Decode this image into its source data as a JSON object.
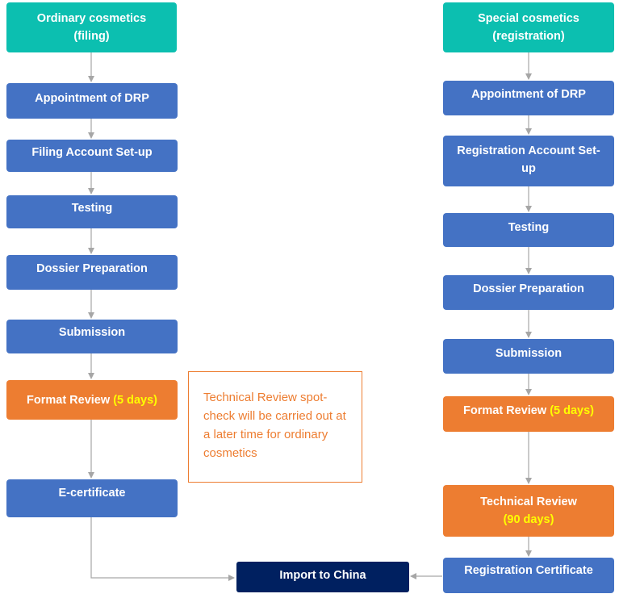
{
  "left_column": {
    "start": {
      "line1": "Ordinary cosmetics",
      "line2": "(filing)"
    },
    "steps": {
      "drp": "Appointment of DRP",
      "account": "Filing Account Set-up",
      "testing": "Testing",
      "dossier": "Dossier Preparation",
      "submission": "Submission",
      "format_review": "Format Review",
      "format_days": "(5 days)",
      "certificate": "E-certificate"
    }
  },
  "note": {
    "text": "Technical Review spot-check will be carried out at a later time for ordinary cosmetics"
  },
  "right_column": {
    "start": {
      "line1": "Special cosmetics",
      "line2": "(registration)"
    },
    "steps": {
      "drp": "Appointment of DRP",
      "account": "Registration Account Set-up",
      "testing": "Testing",
      "dossier": "Dossier Preparation",
      "submission": "Submission",
      "format_review": "Format Review",
      "format_days": "(5 days)",
      "technical_review": "Technical Review",
      "technical_days": "(90 days)",
      "certificate": "Registration Certificate"
    }
  },
  "end": {
    "label": "Import to China"
  },
  "colors": {
    "teal": "#0cbfb0",
    "blue": "#4472c4",
    "orange": "#ed7d31",
    "navy": "#002060",
    "highlight": "#ffff00",
    "connector": "#a6a6a6"
  }
}
